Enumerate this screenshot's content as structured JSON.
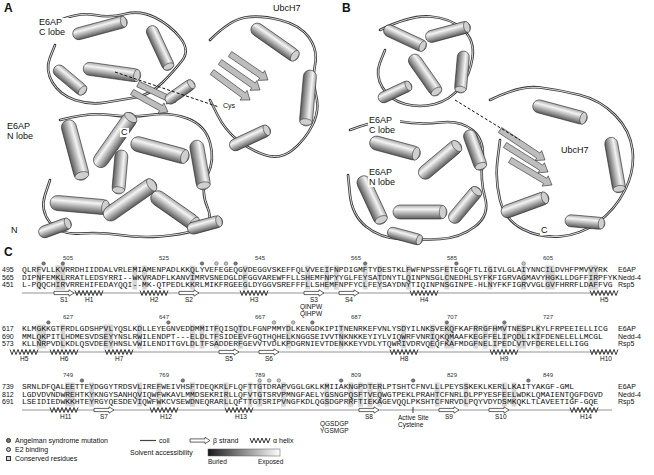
{
  "diagram": {
    "labels": [
      "A",
      "E6AP C lobe",
      "UbcH7",
      "E6AP N lobe",
      "N",
      "C",
      "Cys",
      "B",
      "E6AP C lobe",
      "E6AP N lobe",
      "UbcH7",
      "C",
      "C",
      "505",
      "525",
      "545",
      "565",
      "585",
      "605",
      "495",
      "QLRFVLLKVRRDHIIDDALVRLEMIAMENPADLKKQLYVEFEGEQGVDEGGVSKEFFQLVVEEIFNPDIGMFTYDESTKLFWFNPSSFETEGQFTLIGIVLGLAIYNNCILDVHFPMVVYRK",
      "E6AP",
      "565",
      "DIPNFEMKLRRATLEDSYRRI--WKVRADFLKANVIMRVSNEDGLDFGGVAREWFFLLSHEMFNPYYGLFEYSATDNYTLQINPNSGLCNEDHLSYFKFIGRVAGMAVYHGKLLDGFFIRPFYK",
      "Nedd-4",
      "451",
      "L-PQQCHIRVRREHIFEDAYQQI--MK-QTPEDLKKRLMIKFRGEEGLDYGGVSREFFFLLSHEMFNPFYCLFEYSAYDNYTIQINPNSGINPE-HLNYFKFIGRVVGLGVFHRRFLDAFFVG",
      "Rsp5",
      "S1",
      "H1",
      "H2",
      "S2",
      "H3",
      "S3",
      "S4",
      "H4",
      "H5",
      "QINPW",
      "QIHPW",
      "627",
      "647",
      "667",
      "687",
      "707",
      "727",
      "617",
      "KLMGKKGTFRDLGDSHPVLYQSLKDLLEYEGNVEDDMMITFQISQTDLFGNPMMYDLKENGDKIPITNENRKEFVNLYSDYILNKSVEKQFKAFRRGFHMVTNESPLKYLFRPEEIELLICG",
      "E6AP",
      "690",
      "MMLQKPITLHDMESVDSEYYNSLRWILENDPT---ELDLTFSIDEEVFGQTHQHELKNGGSEIVVTNKNKKEYIYLVIQWRFVNRIQKQMAAFKEGFFELIPQDLIKIFDENELELLMCGL",
      "Nedd-4",
      "573",
      "KLLNRPVDLKDLQSVDEEYHNSLVWILENDITGVLDLTFSADDERFGEVVTVDLKPDGRNIEVTDENKKEYVDLYTQWRIVDRVQEQFKAFMDGFNELIPEDLVTVFDERELELLIGG",
      "Rsp5",
      "H5",
      "H6",
      "H7",
      "S5",
      "S6",
      "H8",
      "H9",
      "H10",
      "749",
      "769",
      "789",
      "809",
      "829",
      "849",
      "739",
      "SRNLDFQALEETTEYDGGYTRDSVLIREFWEIVHSFTDEQKRLFLQFTTGTDRAPVGGLGKLKMIIAKNGPDTERLPTSHTCFNVLLLPEYSSKEKLKERLLKAITYAKGF-GML",
      "E6AP",
      "812",
      "LGDVDVNDWREHTKYKNGYSANHQVIQWFWKAVLMMDSEKRIRLLQFVTGTSRVPMNGFAELYGSNGPQSFTVEQWGTPEKLPRAHTCFNRLDLPPYESFEELWDKLQMAIENTQGFDGVD",
      "Nedd-4",
      "691",
      "LSEIDIEDWKKHTEYRGYQESDEVIQWFWKCVSEWDNEQRARLLQFTTGTSRIPVNGFKDLQGSDGPRRFTIEKAGEVQQLPKSHTCFNRVDLPQYVDYDSMKQKLTLAVEETIGF-GQE",
      "Rsp5",
      "H11",
      "S7",
      "H12",
      "H13",
      "S8",
      "S9",
      "S10",
      "H14",
      "QGSDGP",
      "YGSMGP",
      "Active Site Cysteine",
      "Buried",
      "Exposed"
    ],
    "legend": [
      {
        "text": "Angelman syndrome mutation",
        "color": "#7a7a7a"
      },
      {
        "text": "E2 binding",
        "color": "#c4c4c4"
      },
      {
        "text": "Conserved residues",
        "color": "#d6d6d6"
      },
      {
        "text": "coil"
      },
      {
        "text": "β strand"
      },
      {
        "text": "α helix"
      },
      {
        "text": "Solvent accessibility"
      }
    ]
  }
}
